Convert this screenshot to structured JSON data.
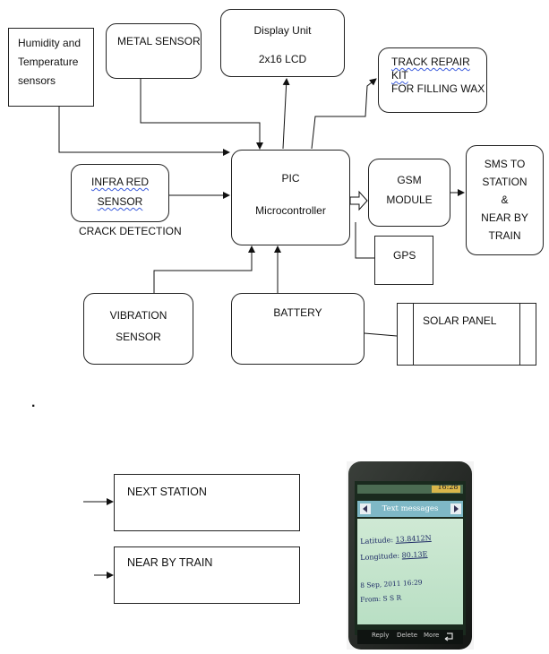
{
  "blocks": {
    "humidity": [
      "Humidity and",
      "Temperature",
      "sensors"
    ],
    "metal": "METAL SENSOR",
    "display": [
      "Display Unit",
      "2x16 LCD"
    ],
    "repair_kit": [
      "TRACK REPAIR KIT",
      "FOR FILLING WAX"
    ],
    "infrared": [
      "INFRA RED",
      "SENSOR"
    ],
    "crack_caption": "CRACK DETECTION",
    "pic": [
      "PIC",
      "Microcontroller"
    ],
    "gsm": [
      "GSM",
      "MODULE"
    ],
    "sms": [
      "SMS TO",
      "STATION",
      "&",
      "NEAR BY",
      "TRAIN"
    ],
    "gps": "GPS",
    "vibration": [
      "VIBRATION",
      "SENSOR"
    ],
    "battery": "BATTERY",
    "solar": "SOLAR PANEL"
  },
  "dot": ".",
  "outputs": {
    "next_station": "NEXT STATION",
    "near_train": "NEAR BY TRAIN"
  },
  "phone": {
    "clock": "16:28",
    "header": "Text messages",
    "latitude_label": "Latitude:",
    "latitude_value": "13.8412N",
    "longitude_label": "Longitude:",
    "longitude_value": "80.13E",
    "date": "8 Sep, 2011 16:29",
    "from": "From: S S R",
    "softkeys": [
      "Reply",
      "Delete",
      "More"
    ]
  }
}
